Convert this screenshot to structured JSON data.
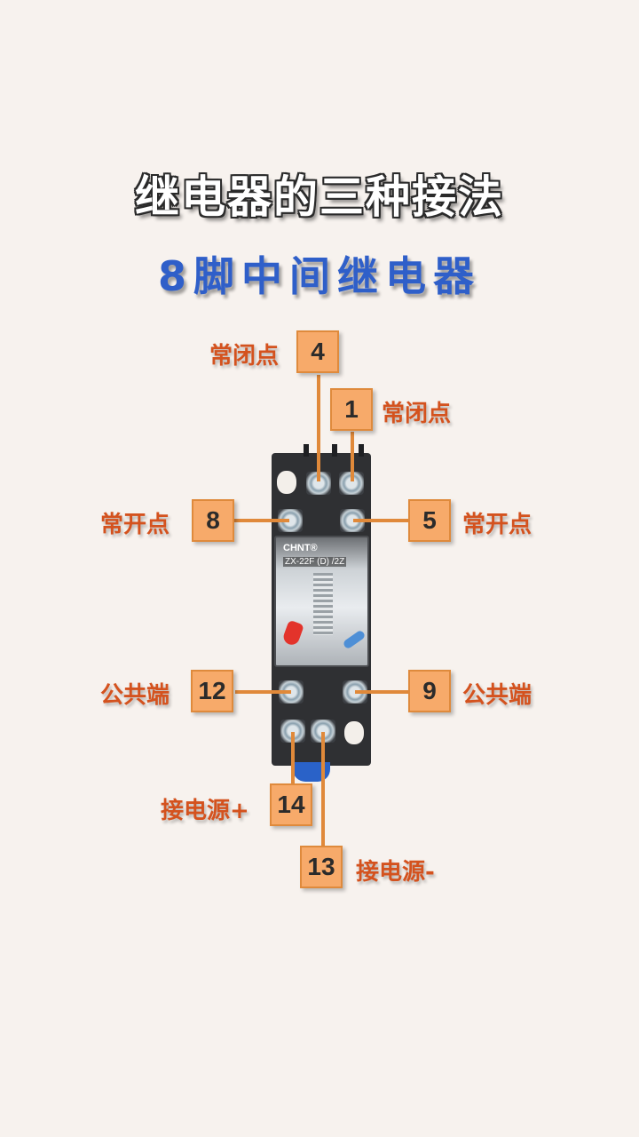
{
  "header": {
    "title": "继电器的三种接法",
    "subtitle": "8脚中间继电器"
  },
  "relay": {
    "brand": "CHNT®",
    "model": "ZX-22F (D) /2Z"
  },
  "pins": [
    {
      "number": "4",
      "label": "常闭点"
    },
    {
      "number": "1",
      "label": "常闭点"
    },
    {
      "number": "8",
      "label": "常开点"
    },
    {
      "number": "5",
      "label": "常开点"
    },
    {
      "number": "12",
      "label": "公共端"
    },
    {
      "number": "9",
      "label": "公共端"
    },
    {
      "number": "14",
      "label": "接电源+"
    },
    {
      "number": "13",
      "label": "接电源-"
    }
  ],
  "colors": {
    "background": "#f7f2ee",
    "subtitle": "#2f5fc9",
    "label_text": "#d4521e",
    "pin_box": "#f7aa6a",
    "leader_line": "#e0893a"
  }
}
